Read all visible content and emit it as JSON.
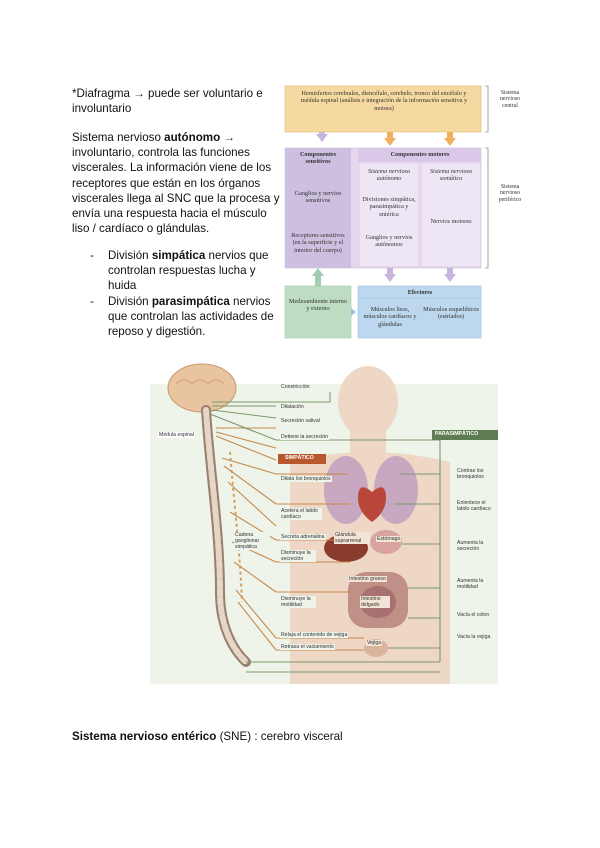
{
  "doc": {
    "line1": "*Diafragma → puede ser voluntario e involuntario",
    "autonomo_prefix": "Sistema nervioso ",
    "autonomo_bold": "autónomo",
    "autonomo_rest": " → involuntario, controla las funciones viscerales. La información viene de los receptores que están en los órganos viscerales llega al SNC que la procesa y envía una respuesta hacia el músculo liso / cardíaco o glándulas.",
    "bullets": [
      {
        "dash": "-",
        "pre": "División ",
        "bold": "simpática",
        "post": " nervios que controlan respuestas lucha y huida"
      },
      {
        "dash": "-",
        "pre": "División ",
        "bold": "parasimpática",
        "post": " nervios que controlan las actividades de reposo y digestión."
      }
    ],
    "footer_bold": "Sistema nervioso entérico",
    "footer_rest": " (SNE) : cerebro visceral"
  },
  "flow_diagram": {
    "top_box": "Hemisferios cerebrales, diencéfalo, cerebelo, tronco del encéfalo y médula espinal (análisis e integración de la información sensitiva y motora)",
    "right_label_top": "Sistema nervioso central",
    "right_label_mid": "Sistema nervioso periférico",
    "sensory_title": "Componentes sensitivos",
    "sensory_a": "Ganglios y nervios sensitivos",
    "sensory_b": "Receptores sensitivos (en la superficie y el interior del cuerpo)",
    "motor_title": "Componentes motores",
    "auto_title": "Sistema nervioso autónomo",
    "auto_a": "Divisiones simpática, parasimpática y entérica",
    "auto_b": "Ganglios y nervios autónomos",
    "somatic_title": "Sistema nervioso somático",
    "somatic_a": "Nervios motores",
    "env_box": "Medioambiente interno y externo",
    "effectors_title": "Efectores",
    "effectors_a": "Músculos lisos, músculos cardíacos y glándulas",
    "effectors_b": "Músculos esqueléticos (estriados)",
    "colors": {
      "cns": "#f6d9a0",
      "pns": "#e5d8ee",
      "sensory": "#cdbfe0",
      "env": "#bcdcc4",
      "effectors": "#bcd7ee",
      "arrow": "#f0b060"
    }
  },
  "anatomy": {
    "medula": "Médula espinal",
    "cadena": "Cadena ganglionar simpática",
    "parasimpatico_tag": "PARASIMPÁTICO",
    "simpatico_tag": "SIMPÁTICO",
    "left_labels": [
      "Constricción",
      "Dilatación",
      "Secreción salival",
      "Detiene la secreción",
      "Dilata los bronquiolos",
      "Acelera el latido cardíaco",
      "Secreta adrenalina",
      "Disminuye la secreción",
      "Disminuye la motilidad",
      "Relaja el contenido de vejiga",
      "Retrasa el vaciamiento"
    ],
    "right_labels": [
      "Contrae los bronquiolos",
      "Enlentece el latido cardíaco",
      "Aumenta la secreción",
      "Aumenta la motilidad",
      "Vacía el colon",
      "Vacía la vejiga"
    ],
    "organ_labels": [
      "Glándula suprarrenal",
      "Estómago",
      "Intestino grueso",
      "Intestino delgado",
      "Vejiga"
    ],
    "colors": {
      "bg": "#eef4ea",
      "sym": "#c58a4a",
      "para": "#7a9a6a",
      "tag_para": "#5f7d52",
      "tag_sym": "#b8562d",
      "skin": "#eed7c5"
    }
  }
}
